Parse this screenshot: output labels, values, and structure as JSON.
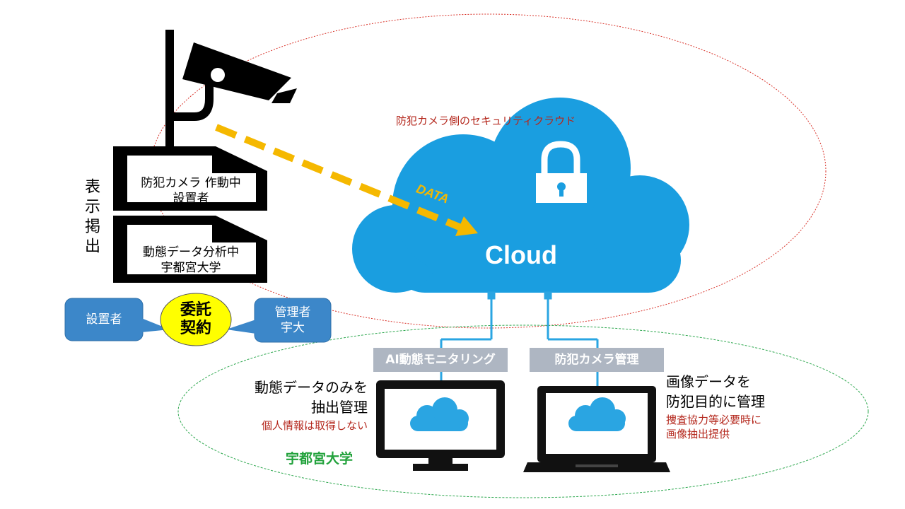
{
  "cloud": {
    "title": "防犯カメラ側のセキュリティクラウド",
    "label": "Cloud",
    "arrow_label": "DATA"
  },
  "signs": {
    "sign1_line1": "防犯カメラ 作動中",
    "sign1_line2": "設置者",
    "sign2_line1": "動態データ分析中",
    "sign2_line2": "宇都宮大学",
    "vertical_label": "表示掲出"
  },
  "contract": {
    "installer": "設置者",
    "keiyaku_line1": "委託",
    "keiyaku_line2": "契約",
    "manager_line1": "管理者",
    "manager_line2": "宇大"
  },
  "left_terminal": {
    "tag": "AI動態モニタリング",
    "note_line1": "動態データのみを",
    "note_line2": "抽出管理",
    "note_red": "個人情報は取得しない",
    "org": "宇都宮大学"
  },
  "right_terminal": {
    "tag": "防犯カメラ管理",
    "note_line1": "画像データを",
    "note_line2": "防犯目的に管理",
    "note_red_line1": "捜査協力等必要時に",
    "note_red_line2": "画像抽出提供"
  },
  "colors": {
    "cloud_blue": "#1a9ee0",
    "connector_blue": "#2aa5e2",
    "arrow_yellow": "#f5b800",
    "red_ellipse": "#d9342b",
    "green_ellipse": "#2ea84f",
    "org_green": "#22a23c",
    "bubble_blue": "#3c87c9",
    "keiyaku_yellow": "#ffff00",
    "tag_gray": "#aeb6c2",
    "note_red": "#b4271c"
  }
}
